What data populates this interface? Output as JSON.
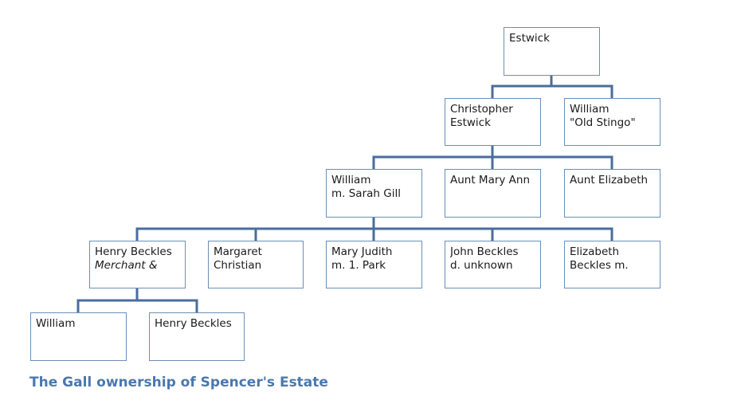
{
  "diagram": {
    "caption": "The Gall ownership of Spencer's Estate",
    "colors": {
      "connector": "#4a6d9c",
      "box_border": "#6b8fb8",
      "caption": "#4a78ae",
      "text": "#1a1a1a"
    },
    "nodes": {
      "estwick": {
        "lines": [
          "Estwick"
        ]
      },
      "christopher": {
        "lines": [
          "Christopher",
          "Estwick"
        ]
      },
      "william_stingo": {
        "lines": [
          "William",
          "\"Old Stingo\""
        ]
      },
      "william_gill": {
        "lines": [
          "William",
          "m. Sarah Gill"
        ]
      },
      "mary_ann": {
        "lines": [
          "Aunt Mary Ann"
        ]
      },
      "elizabeth_aunt": {
        "lines": [
          "Aunt Elizabeth"
        ]
      },
      "henry_beckles": {
        "lines": [
          "Henry Beckles",
          "Merchant &"
        ]
      },
      "margaret": {
        "lines": [
          "Margaret",
          "Christian"
        ]
      },
      "mary_judith": {
        "lines": [
          "Mary Judith",
          "m. 1. Park"
        ]
      },
      "john_beckles": {
        "lines": [
          "John Beckles",
          "d. unknown"
        ]
      },
      "elizabeth_beckles": {
        "lines": [
          "Elizabeth",
          "Beckles m."
        ]
      },
      "william_child": {
        "lines": [
          "William"
        ]
      },
      "henry_beckles_child": {
        "lines": [
          "Henry Beckles"
        ]
      }
    }
  }
}
